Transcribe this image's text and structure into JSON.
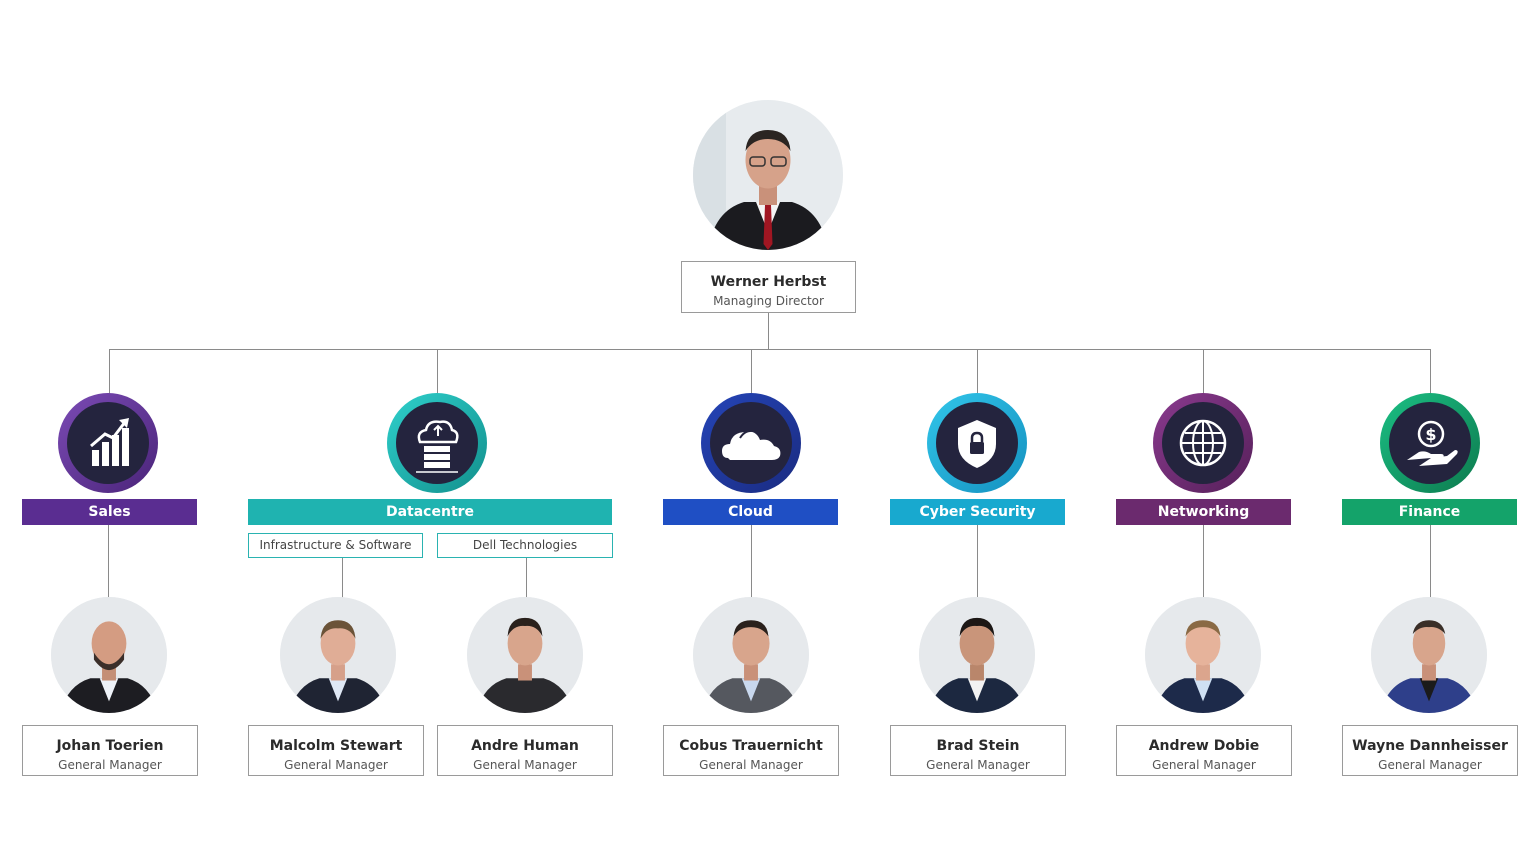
{
  "top": {
    "name": "Werner Herbst",
    "title": "Managing Director"
  },
  "departments": [
    {
      "label": "Sales",
      "icon": "chart-growth-icon",
      "color": "#5a2d91"
    },
    {
      "label": "Datacentre",
      "icon": "cloud-server-icon",
      "color": "#1fb3b0"
    },
    {
      "label": "Cloud",
      "icon": "cloud-icon",
      "color": "#1f4fc4"
    },
    {
      "label": "Cyber Security",
      "icon": "shield-lock-icon",
      "color": "#18a9cf"
    },
    {
      "label": "Networking",
      "icon": "globe-icon",
      "color": "#6b2a6e"
    },
    {
      "label": "Finance",
      "icon": "money-hand-icon",
      "color": "#14a36a"
    }
  ],
  "subunits": [
    "Infrastructure & Software",
    "Dell Technologies"
  ],
  "managers": [
    {
      "name": "Johan Toerien",
      "title": "General Manager"
    },
    {
      "name": "Malcolm Stewart",
      "title": "General Manager"
    },
    {
      "name": "Andre Human",
      "title": "General Manager"
    },
    {
      "name": "Cobus Trauernicht",
      "title": "General Manager"
    },
    {
      "name": "Brad Stein",
      "title": "General Manager"
    },
    {
      "name": "Andrew Dobie",
      "title": "General Manager"
    },
    {
      "name": "Wayne Dannheisser",
      "title": "General Manager"
    }
  ]
}
